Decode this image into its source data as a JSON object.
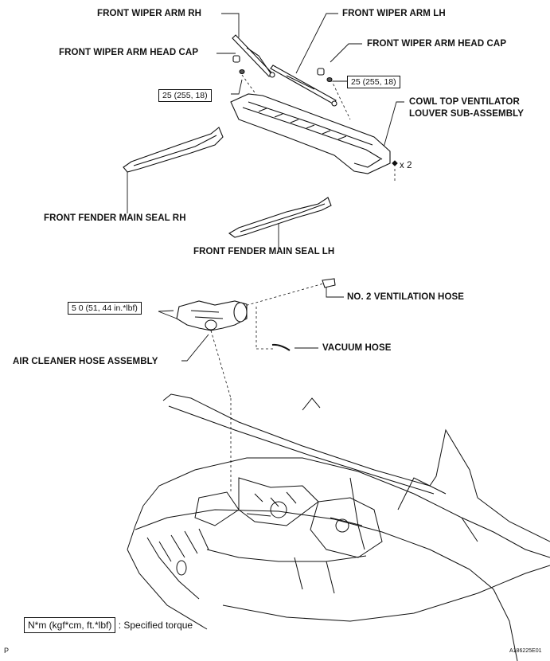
{
  "labels": {
    "wiper_rh": "FRONT WIPER ARM RH",
    "wiper_lh": "FRONT WIPER ARM LH",
    "head_cap_left": "FRONT WIPER ARM HEAD CAP",
    "head_cap_right": "FRONT WIPER ARM HEAD CAP",
    "cowl_line1": "COWL TOP VENTILATOR",
    "cowl_line2": "LOUVER SUB-ASSEMBLY",
    "clip_count": "x 2",
    "fender_rh": "FRONT FENDER MAIN SEAL RH",
    "fender_lh": "FRONT FENDER MAIN SEAL LH",
    "vent_hose": "NO. 2 VENTILATION HOSE",
    "vacuum_hose": "VACUUM HOSE",
    "air_cleaner": "AIR CLEANER HOSE ASSEMBLY"
  },
  "torque": {
    "wiper_left": "25 (255, 18)",
    "wiper_right": "25 (255, 18)",
    "air_cleaner": "5 0 (51, 44 in.*lbf)"
  },
  "legend": {
    "box_text": "N*m (kgf*cm, ft.*lbf)",
    "description": ": Specified torque"
  },
  "footer": {
    "page_mark": "P",
    "figure_id": "A186225E01"
  }
}
